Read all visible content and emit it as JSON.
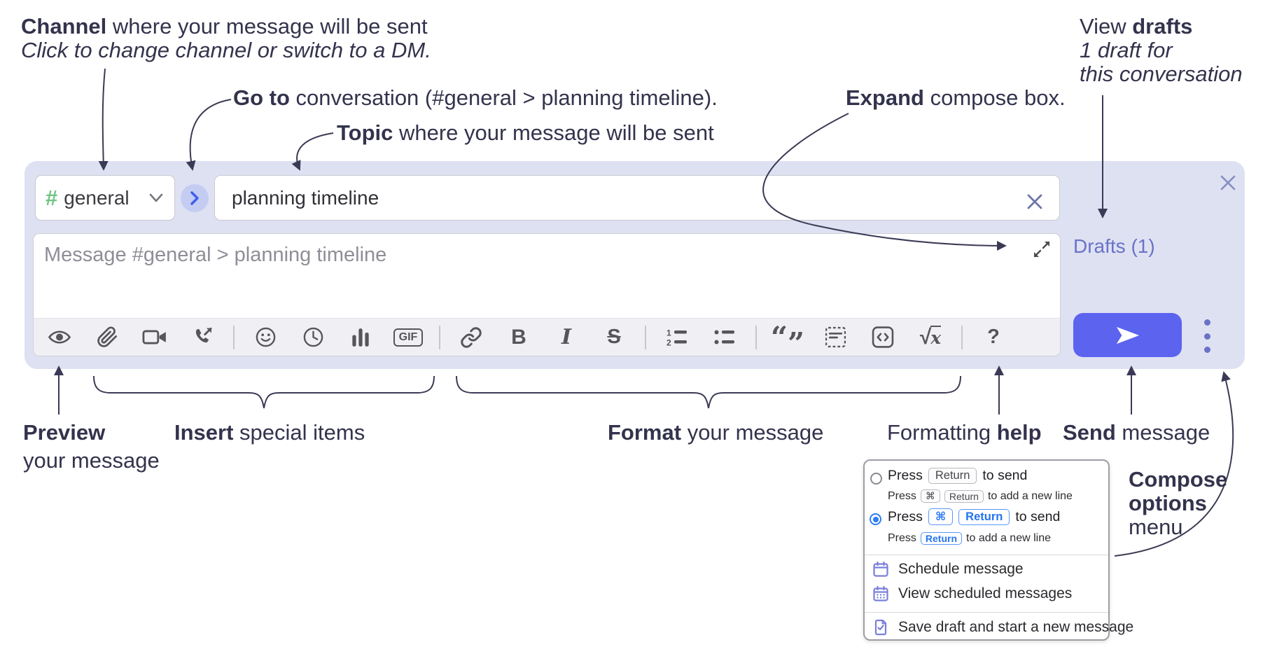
{
  "annotations": {
    "channel": {
      "bold": "Channel",
      "rest": " where your message will be sent",
      "line2": "Click to change channel or switch to a DM."
    },
    "goto": {
      "bold": "Go to",
      "rest": " conversation (#general > planning timeline)."
    },
    "topic": {
      "bold": "Topic",
      "rest": " where your message will be sent"
    },
    "expand": {
      "bold": "Expand",
      "rest": " compose box."
    },
    "view_drafts": {
      "pre": "View ",
      "bold": "drafts",
      "line2": "1 draft for",
      "line3": "this conversation"
    },
    "preview": {
      "bold": "Preview",
      "line2": "your message"
    },
    "insert": {
      "bold": "Insert",
      "rest": " special items"
    },
    "format": {
      "bold": "Format",
      "rest": " your message"
    },
    "formatting_help": {
      "pre": "Formatting ",
      "bold": "help"
    },
    "send": {
      "bold": "Send",
      "rest": " message"
    },
    "compose_options": {
      "line1": "Compose",
      "line2": "options",
      "line3": "menu"
    }
  },
  "compose": {
    "channel_hash": "#",
    "channel_name": "general",
    "topic_value": "planning timeline",
    "message_placeholder": "Message #general > planning timeline",
    "drafts_label": "Drafts (1)"
  },
  "toolbar": {
    "gif": "GIF",
    "bold": "B",
    "italic": "I",
    "strike": "S",
    "ol_1": "1",
    "ol_2": "2",
    "quote_open": "“",
    "quote_close": "”",
    "math_root": "√",
    "math_x": "x",
    "help": "?",
    "icons": [
      "preview-eye",
      "attach-file",
      "video-call",
      "voice-call",
      "emoji",
      "global-time",
      "poll",
      "gif",
      "link",
      "bold",
      "italic",
      "strikethrough",
      "numbered-list",
      "bulleted-list",
      "quote",
      "spoiler",
      "code",
      "math",
      "help"
    ]
  },
  "popup": {
    "option1": {
      "pre": "Press",
      "kbd1": "Return",
      "post": "to send",
      "sub_pre": "Press",
      "sub_kbd1": "⌘",
      "sub_kbd2": "Return",
      "sub_post": "to add a new line"
    },
    "option2": {
      "pre": "Press",
      "kbd1": "⌘",
      "kbd2": "Return",
      "post": "to send",
      "sub_pre": "Press",
      "sub_kbd1": "Return",
      "sub_post": "to add a new line"
    },
    "items": [
      "Schedule message",
      "View scheduled messages",
      "Save draft and start a new message"
    ]
  },
  "colors": {
    "compose_bg": "#dee1f2",
    "send_button": "#5b63ef",
    "accent_blue": "#2e7ef7",
    "drafts_purple": "#6a72c8",
    "hash_green": "#6ec583",
    "menu_icon_purple": "#7a7fd8",
    "annotation_ink": "#33334d"
  }
}
